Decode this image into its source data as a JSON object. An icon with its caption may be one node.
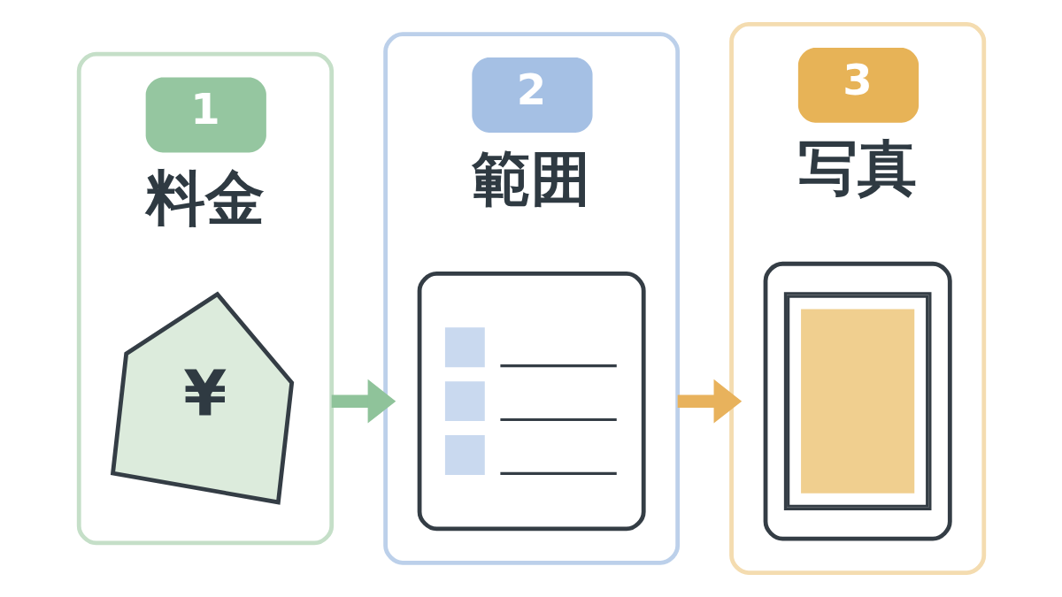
{
  "diagram": {
    "nodes": [
      {
        "text": [
          "1",
          "料金"
        ]
      },
      {
        "text": [
          "¥"
        ],
        "in": 0
      },
      {
        "text": [
          "2",
          "範囲"
        ]
      },
      {
        "text": [],
        "shape": "picture",
        "in": 2
      },
      {
        "text": [
          "3",
          "写真"
        ]
      },
      {
        "text": [],
        "shape": "picture",
        "in": 4
      }
    ],
    "edges": [
      {
        "from": 0,
        "to": 2,
        "arrow": "to",
        "color": "#8fc39a"
      },
      {
        "from": 2,
        "to": 4,
        "arrow": "to",
        "color": "#e8b25c"
      }
    ]
  }
}
